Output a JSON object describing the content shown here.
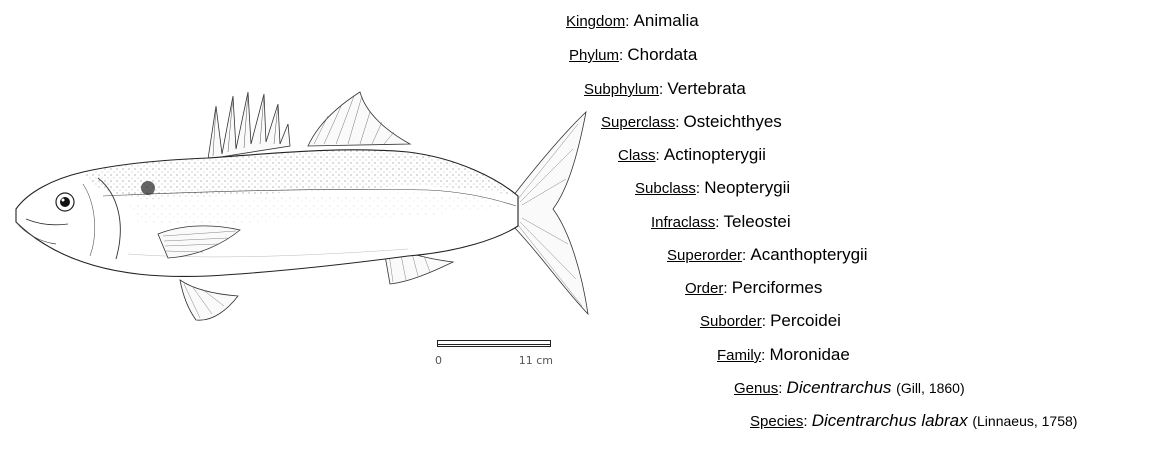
{
  "figure": {
    "scale_bar": {
      "start_label": "0",
      "end_label": "11 cm"
    }
  },
  "taxonomy": [
    {
      "rank": "Kingdom",
      "taxon": "Animalia",
      "italic": false,
      "authority": ""
    },
    {
      "rank": "Phylum",
      "taxon": "Chordata",
      "italic": false,
      "authority": ""
    },
    {
      "rank": "Subphylum",
      "taxon": "Vertebrata",
      "italic": false,
      "authority": ""
    },
    {
      "rank": "Superclass",
      "taxon": "Osteichthyes",
      "italic": false,
      "authority": ""
    },
    {
      "rank": "Class",
      "taxon": "Actinopterygii",
      "italic": false,
      "authority": ""
    },
    {
      "rank": "Subclass",
      "taxon": "Neopterygii",
      "italic": false,
      "authority": ""
    },
    {
      "rank": "Infraclass",
      "taxon": "Teleostei",
      "italic": false,
      "authority": ""
    },
    {
      "rank": "Superorder",
      "taxon": "Acanthopterygii",
      "italic": false,
      "authority": ""
    },
    {
      "rank": "Order",
      "taxon": "Perciformes",
      "italic": false,
      "authority": ""
    },
    {
      "rank": "Suborder",
      "taxon": "Percoidei",
      "italic": false,
      "authority": ""
    },
    {
      "rank": "Family",
      "taxon": "Moronidae",
      "italic": false,
      "authority": ""
    },
    {
      "rank": "Genus",
      "taxon": "Dicentrarchus",
      "italic": true,
      "authority": "(Gill, 1860)"
    },
    {
      "rank": "Species",
      "taxon": "Dicentrarchus labrax",
      "italic": true,
      "authority": "(Linnaeus, 1758)"
    }
  ]
}
